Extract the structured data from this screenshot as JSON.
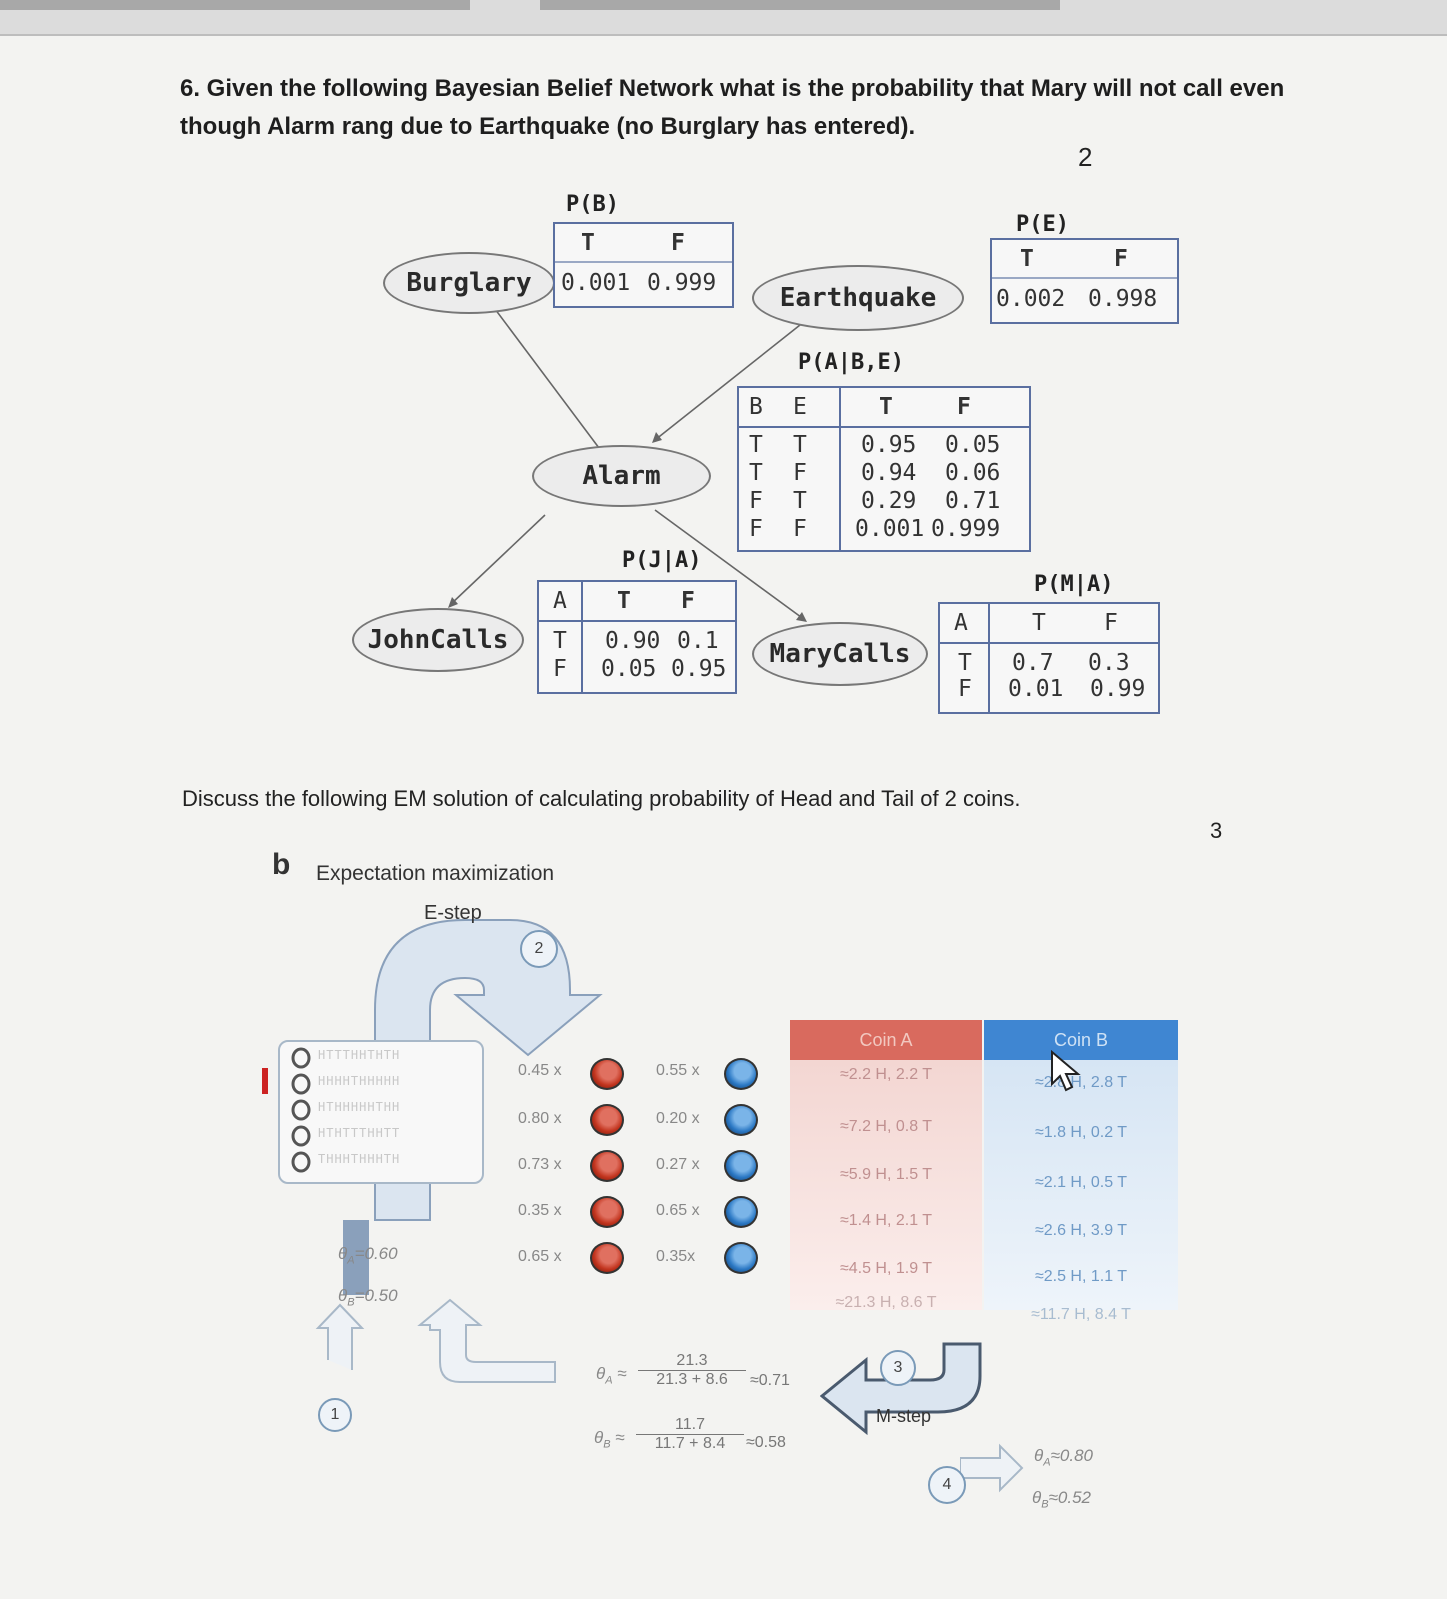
{
  "question6": {
    "line1": "6. Given the following Bayesian Belief Network what is the probability that Mary will not call even",
    "line2": "though Alarm rang due to Earthquake (no Burglary has entered).",
    "marks": "2"
  },
  "network": {
    "nodes": {
      "burglary": "Burglary",
      "earthquake": "Earthquake",
      "alarm": "Alarm",
      "johncalls": "JohnCalls",
      "marycalls": "MaryCalls"
    },
    "pb": {
      "title": "P(B)",
      "T": "T",
      "F": "F",
      "vt": "0.001",
      "vf": "0.999"
    },
    "pe": {
      "title": "P(E)",
      "T": "T",
      "F": "F",
      "vt": "0.002",
      "vf": "0.998"
    },
    "pabe": {
      "title": "P(A|B,E)",
      "headers": [
        "B",
        "E",
        "T",
        "F"
      ],
      "rows": [
        [
          "T",
          "T",
          "0.95",
          "0.05"
        ],
        [
          "T",
          "F",
          "0.94",
          "0.06"
        ],
        [
          "F",
          "T",
          "0.29",
          "0.71"
        ],
        [
          "F",
          "F",
          "0.001",
          "0.999"
        ]
      ]
    },
    "pja": {
      "title": "P(J|A)",
      "headers": [
        "A",
        "T",
        "F"
      ],
      "rows": [
        [
          "T",
          "0.90",
          "0.1"
        ],
        [
          "F",
          "0.05",
          "0.95"
        ]
      ]
    },
    "pma": {
      "title": "P(M|A)",
      "headers": [
        "A",
        "T",
        "F"
      ],
      "rows": [
        [
          "T",
          "0.7",
          "0.3"
        ],
        [
          "F",
          "0.01",
          "0.99"
        ]
      ]
    }
  },
  "question_em": {
    "text": "Discuss the following EM solution of calculating probability of Head and Tail of 2 coins.",
    "marks": "3"
  },
  "em": {
    "label_b": "b",
    "title": "Expectation maximization",
    "estep": "E-step",
    "mstep": "M-step",
    "steps": [
      "1",
      "2",
      "3",
      "4"
    ],
    "sequences": [
      "HTTTHHTHTH",
      "HHHHTHHHHH",
      "HTHHHHHTHH",
      "HTHTTTHHTT",
      "THHHTHHHTH"
    ],
    "weights_a": [
      "0.45 x",
      "0.80 x",
      "0.73 x",
      "0.35 x",
      "0.65 x"
    ],
    "weights_b": [
      "0.55 x",
      "0.20 x",
      "0.27 x",
      "0.65 x",
      "0.35x"
    ],
    "table": {
      "coin_a": "Coin A",
      "coin_b": "Coin B",
      "rows_a": [
        "≈2.2 H, 2.2 T",
        "≈7.2 H, 0.8 T",
        "≈5.9 H, 1.5 T",
        "≈1.4 H, 2.1 T",
        "≈4.5 H, 1.9 T"
      ],
      "rows_b": [
        "≈2.8 H, 2.8 T",
        "≈1.8 H, 0.2 T",
        "≈2.1 H, 0.5 T",
        "≈2.6 H, 3.9 T",
        "≈2.5 H, 1.1 T"
      ],
      "total_a": "≈21.3 H, 8.6 T",
      "total_b": "≈11.7 H, 8.4 T"
    },
    "init_theta": {
      "a": "=0.60",
      "b": "=0.50"
    },
    "update_a": {
      "num": "21.3",
      "den": "21.3 + 8.6",
      "res": "≈0.71"
    },
    "update_b": {
      "num": "11.7",
      "den": "11.7 + 8.4",
      "res": "≈0.58"
    },
    "final_theta": {
      "a": "≈0.80",
      "b": "≈0.52"
    }
  }
}
